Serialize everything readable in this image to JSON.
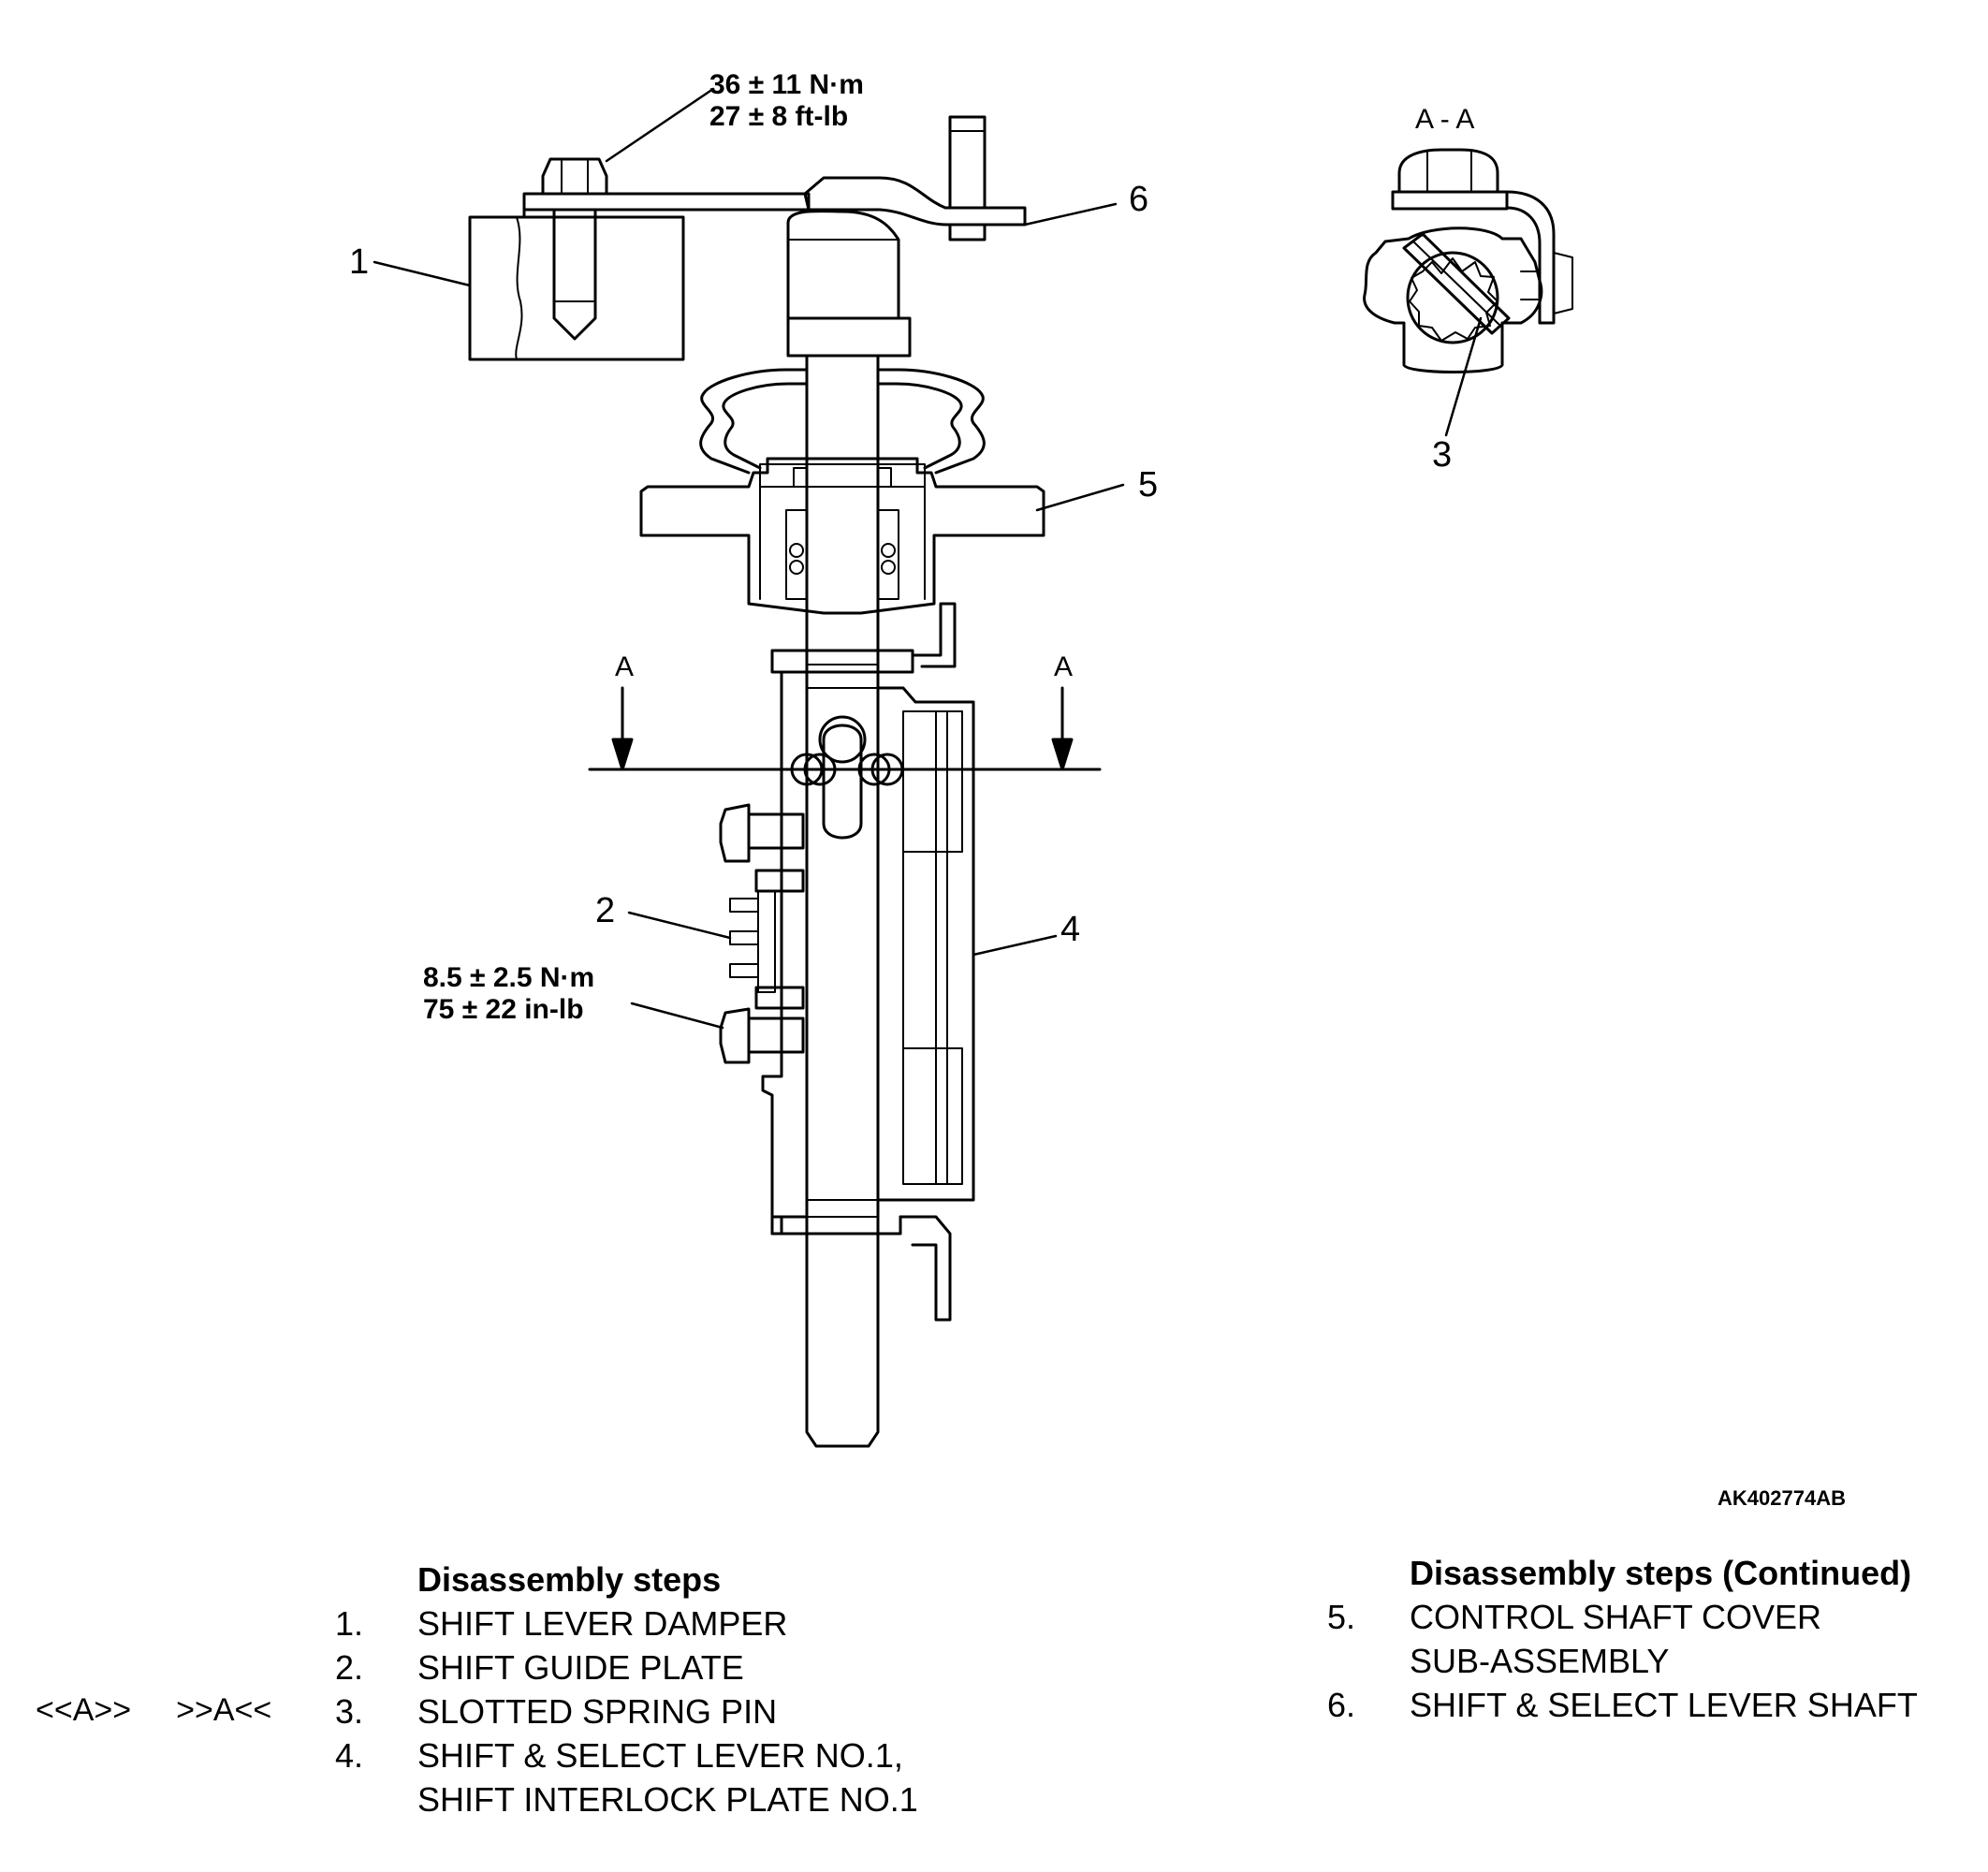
{
  "torque_top": {
    "metric": "36 ± 11 N·m",
    "imperial": "27 ± 8 ft-lb"
  },
  "torque_bottom": {
    "metric": "8.5 ± 2.5 N·m",
    "imperial": "75 ± 22 in-lb"
  },
  "callouts": [
    "1",
    "2",
    "3",
    "4",
    "5",
    "6"
  ],
  "section": {
    "view_title": "A - A",
    "left_marker": "A",
    "right_marker": "A"
  },
  "figure_code": "AK402774AB",
  "ref_marks": {
    "left": "<<A>>",
    "right": ">>A<<"
  },
  "legend_left": {
    "heading": "Disassembly steps",
    "steps": [
      {
        "num": "1.",
        "lines": [
          "SHIFT LEVER DAMPER"
        ]
      },
      {
        "num": "2.",
        "lines": [
          "SHIFT GUIDE PLATE"
        ]
      },
      {
        "num": "3.",
        "lines": [
          "SLOTTED SPRING PIN"
        ]
      },
      {
        "num": "4.",
        "lines": [
          "SHIFT & SELECT LEVER NO.1,",
          "SHIFT INTERLOCK PLATE NO.1"
        ]
      }
    ]
  },
  "legend_right": {
    "heading": "Disassembly steps (Continued)",
    "steps": [
      {
        "num": "5.",
        "lines": [
          "CONTROL SHAFT COVER",
          "SUB-ASSEMBLY"
        ]
      },
      {
        "num": "6.",
        "lines": [
          "SHIFT & SELECT LEVER SHAFT"
        ]
      }
    ]
  }
}
